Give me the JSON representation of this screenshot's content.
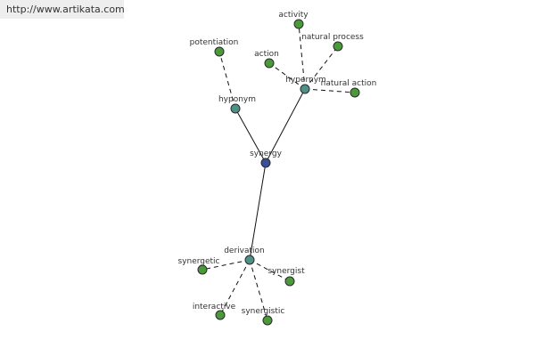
{
  "banner": {
    "url": "http://www.artikata.com"
  },
  "colors": {
    "center": "#3a4f96",
    "hub": "#4f9187",
    "leaf": "#4a9a3a",
    "node_stroke": "#2a2a2a",
    "edge": "#111111",
    "label": "#333333"
  },
  "graph": {
    "center": {
      "id": "synergy",
      "label": "synergy"
    },
    "hubs": [
      {
        "id": "hyponym",
        "label": "hyponym"
      },
      {
        "id": "hypernym",
        "label": "hypernym"
      },
      {
        "id": "derivation",
        "label": "derivation"
      }
    ],
    "leaves": [
      {
        "id": "potentiation",
        "label": "potentiation",
        "hub": "hyponym"
      },
      {
        "id": "activity",
        "label": "activity",
        "hub": "hypernym"
      },
      {
        "id": "natural-process",
        "label": "natural process",
        "hub": "hypernym"
      },
      {
        "id": "action",
        "label": "action",
        "hub": "hypernym"
      },
      {
        "id": "natural-action",
        "label": "natural action",
        "hub": "hypernym"
      },
      {
        "id": "synergetic",
        "label": "synergetic",
        "hub": "derivation"
      },
      {
        "id": "synergist",
        "label": "synergist",
        "hub": "derivation"
      },
      {
        "id": "interactive",
        "label": "interactive",
        "hub": "derivation"
      },
      {
        "id": "synergistic",
        "label": "synergistic",
        "hub": "derivation"
      }
    ]
  }
}
